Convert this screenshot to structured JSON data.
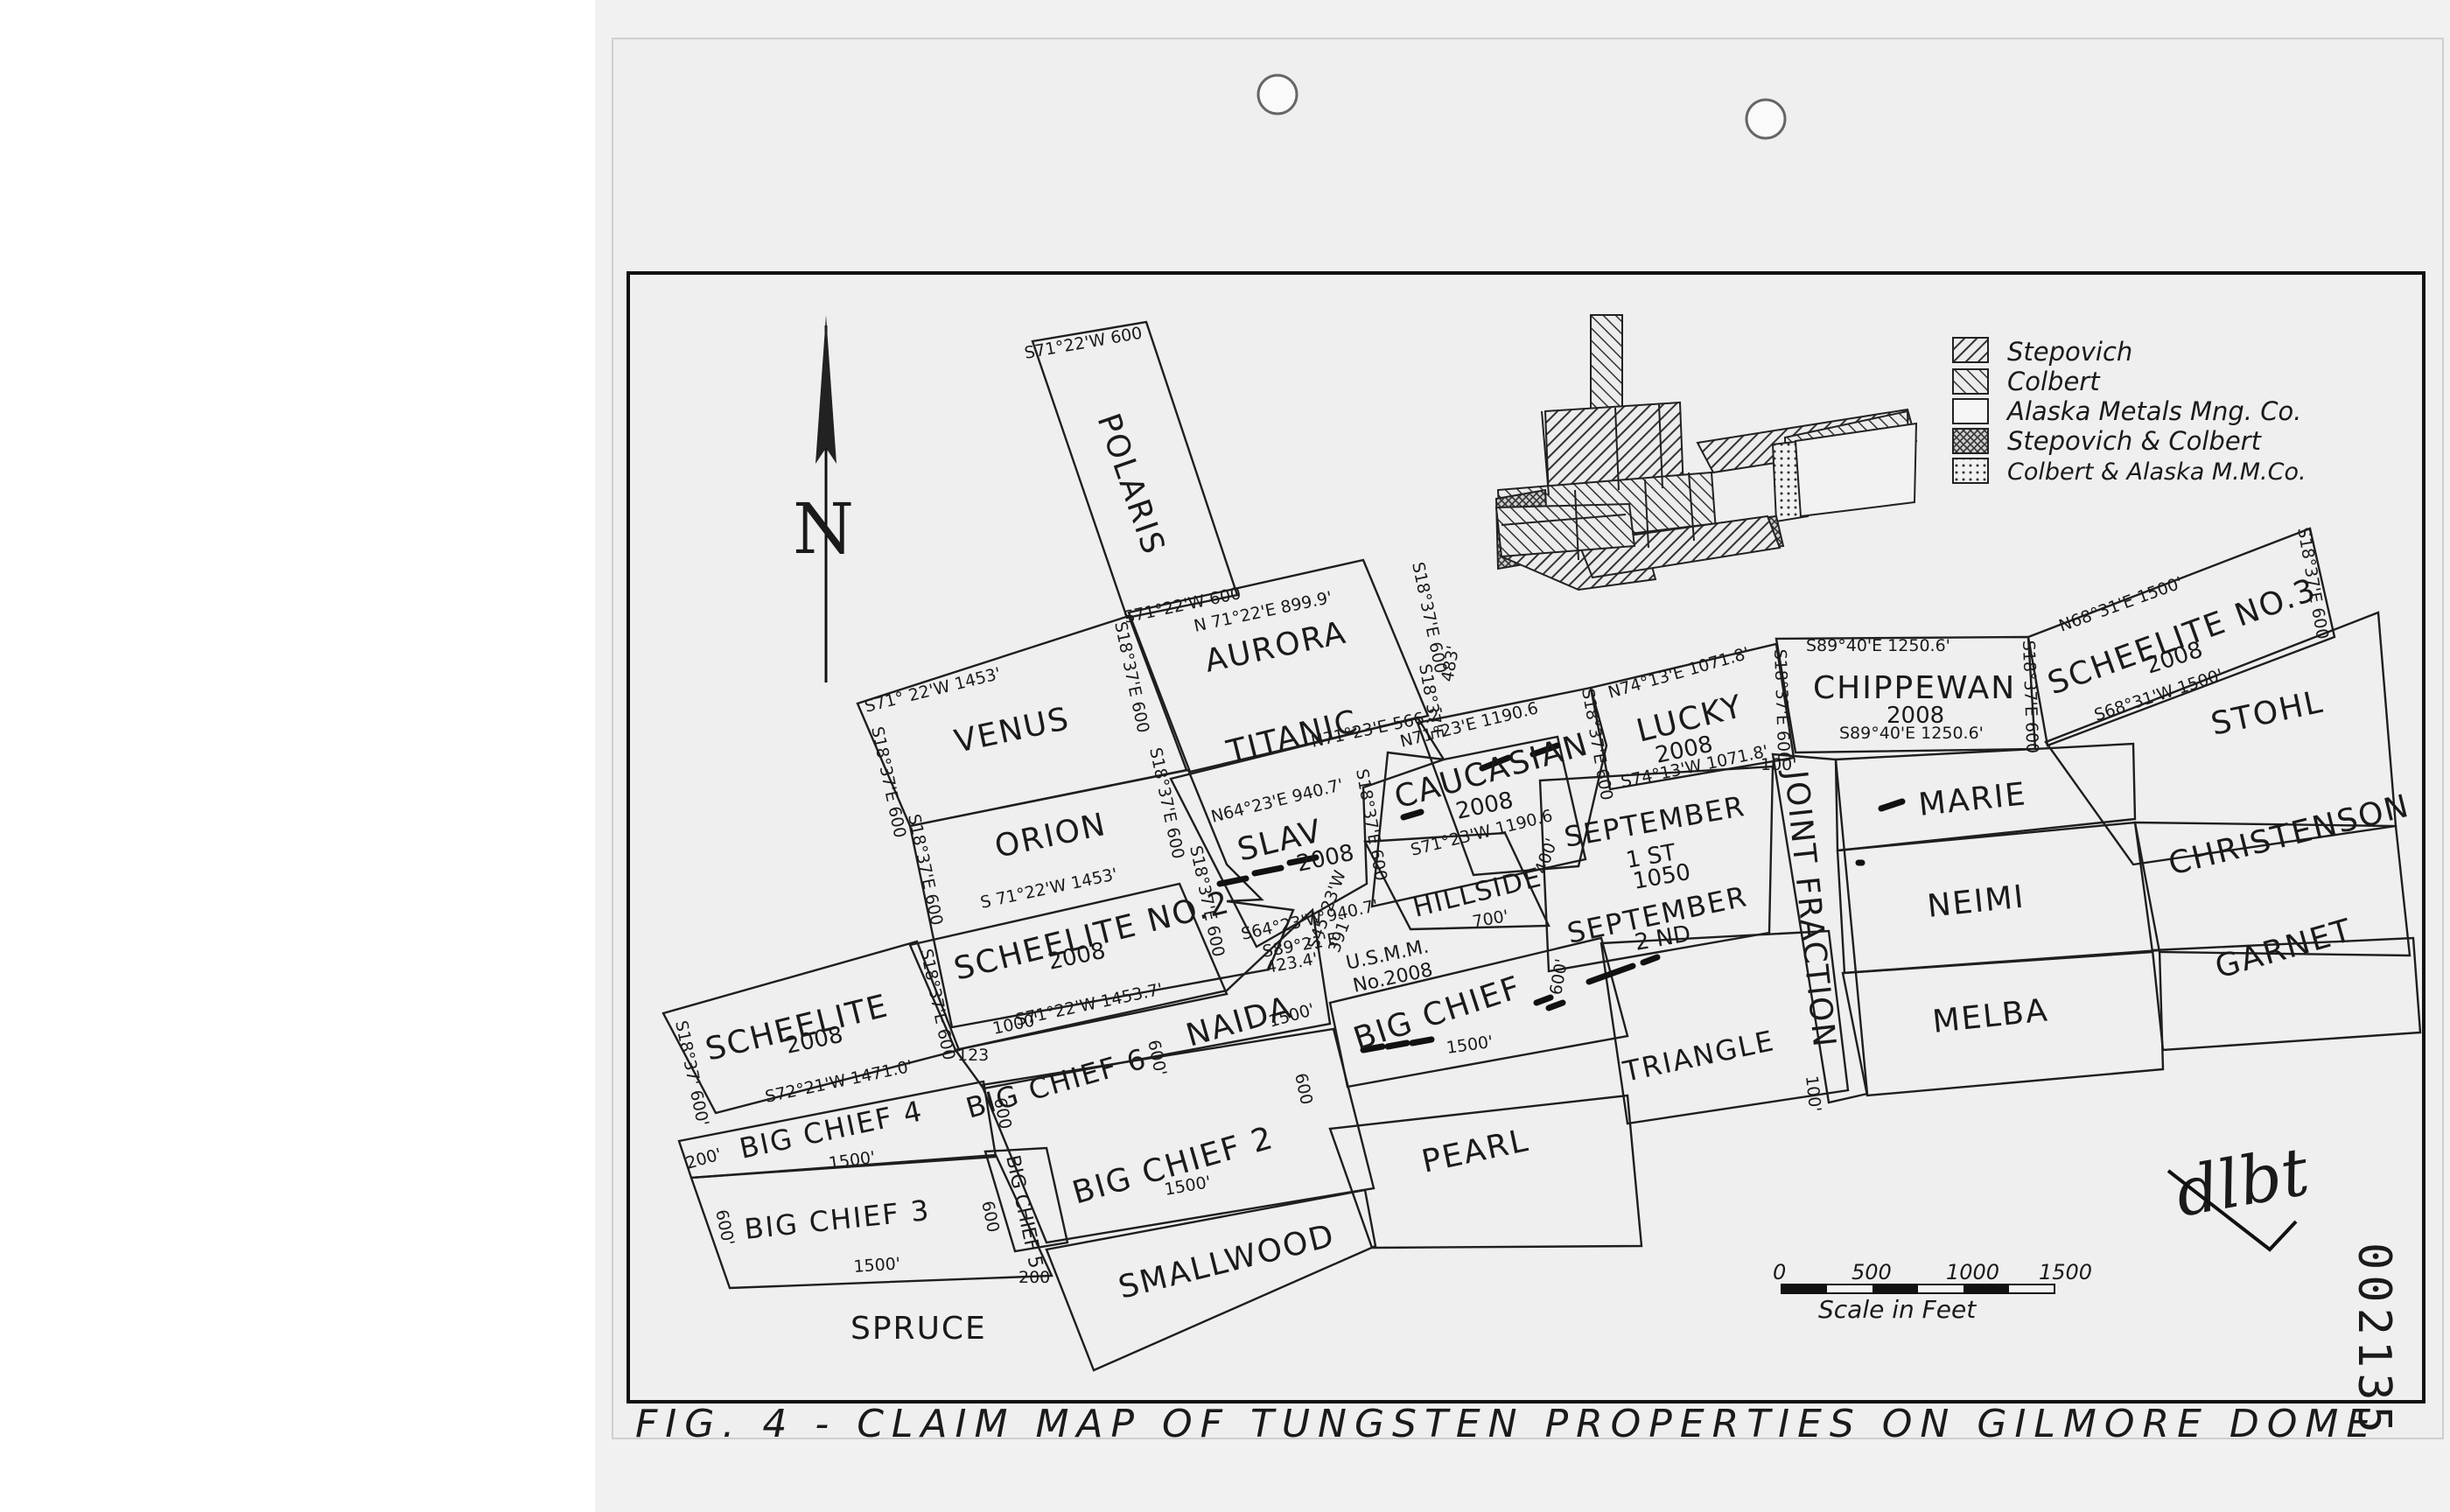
{
  "caption": "FIG. 4 - CLAIM MAP OF TUNGSTEN PROPERTIES ON GILMORE DOME",
  "north_label": "N",
  "scale": {
    "ticks": [
      "0",
      "500",
      "1000",
      "1500"
    ],
    "label": "Scale in Feet"
  },
  "legend": [
    {
      "label": "Stepovich",
      "pattern": "hatch-left"
    },
    {
      "label": "Colbert",
      "pattern": "hatch-right"
    },
    {
      "label": "Alaska Metals Mng. Co.",
      "pattern": "plain"
    },
    {
      "label": "Stepovich & Colbert",
      "pattern": "cross"
    },
    {
      "label": "Colbert & Alaska M.M.Co.",
      "pattern": "dots"
    }
  ],
  "claims": {
    "polaris": "POLARIS",
    "aurora": "AURORA",
    "venus": "VENUS",
    "titanic": "TITANIC",
    "orion": "ORION",
    "slav": "SLAV",
    "caucasian": "CAUCASIAN",
    "lucky": "LUCKY",
    "chippewan": "CHIPPEWAN",
    "scheelite_3": "SCHEELITE NO.3",
    "stohl": "STOHL",
    "marie": "MARIE",
    "christenson": "CHRISTENSON",
    "neimi": "NEIMI",
    "joint_fraction": "JOINT FRACTION",
    "september_1": "SEPTEMBER",
    "september_1_sup": "1 ST",
    "september_2": "SEPTEMBER",
    "september_2_sup": "2 ND",
    "hillside": "HILLSIDE",
    "usmm": "U.S.M.M.",
    "usmm_no": "No.2008",
    "scheelite_2": "SCHEELITE NO.2",
    "scheelite": "SCHEELITE",
    "naida": "NAIDA",
    "big_chief": "BIG CHIEF",
    "big_chief_6": "BIG CHIEF 6",
    "big_chief_4": "BIG CHIEF 4",
    "big_chief_2": "BIG CHIEF 2",
    "big_chief_3": "BIG CHIEF 3",
    "big_chief_5": "BIG CHIEF 5",
    "pearl": "PEARL",
    "triangle": "TRIANGLE",
    "melba": "MELBA",
    "garnet": "GARNET",
    "smallwood": "SMALLWOOD",
    "spruce": "SPRUCE"
  },
  "years": {
    "caucasian": "2008",
    "lucky": "2008",
    "chippewan": "2008",
    "scheelite_3": "2008",
    "slav": "2008",
    "scheelite_2": "2008",
    "scheelite": "2008",
    "september_1": "1050"
  },
  "bearings": {
    "polaris_top": "S71°22'W 600",
    "polaris_base": "S71°22'W 600",
    "aurora_top": "N 71°22'E 899.9'",
    "venus_top": "S71° 22'W 1453'",
    "venus_left": "S18°37'E 600",
    "venus_right": "S18°37'E 600",
    "aurora_right": "S18°37'E 600",
    "aurora_right_b": "S18°37'E",
    "aurora_right_c": "483'",
    "orion_left": "S18°37'E 600",
    "orion_right": "S18°37'E 600",
    "orion_base": "S 71°22'W 1453'",
    "titanic_base": "N71°23'E 566.2'",
    "slav_top": "N64°23'E 940.7'",
    "slav_base": "S64°23'W 940.7'",
    "slav_right": "S18°37'E 600",
    "caucasian_top": "N71°23'E 1190.6",
    "caucasian_base": "S71°23'W 1190.6",
    "caucasian_right": "S18°37'E 600",
    "lucky_top": "N74°13'E 1071.8'",
    "lucky_base": "S74°13'W 1071.8'",
    "lucky_right": "S18°37'E 600",
    "chippewan_top": "S89°40'E 1250.6'",
    "chippewan_base": "S89°40'E 1250.6'",
    "chippewan_right": "S18°37'E 600",
    "scheelite3_top": "N68°31'E 1500'",
    "scheelite3_base": "S68°31'W 1500'",
    "scheelite3_right": "S18°37'E 600",
    "usmm_a": "S89°21'E",
    "usmm_b": "423.4'",
    "usmm_c": "S45°23'W",
    "usmm_d": "391'",
    "scheelite2_left": "S18°37'E 600",
    "scheelite2_right": "S18°37'E 600",
    "scheelite2_base": "S71°22'W 1453.7'",
    "scheelite_left": "S18°37' 600'",
    "scheelite_base": "S72°21'W 1471.0'",
    "d_100a": "100'",
    "d_100b": "100'",
    "d_400": "400'",
    "d_700": "700'",
    "d_1000": "1000'",
    "d_123": "123",
    "d_600a": "600'",
    "d_600b": "600",
    "d_600c": "600",
    "d_600d": "600'",
    "d_600e": "600'",
    "d_600f": "600",
    "d_200a": "200'",
    "d_200b": "200",
    "d_1500a": "1500'",
    "d_1500b": "1500'",
    "d_1500c": "1500'",
    "d_1500d": "1500'",
    "d_1500e": "1500'"
  },
  "margin_marks": {
    "accession": "002135",
    "signature": "dlbt"
  }
}
